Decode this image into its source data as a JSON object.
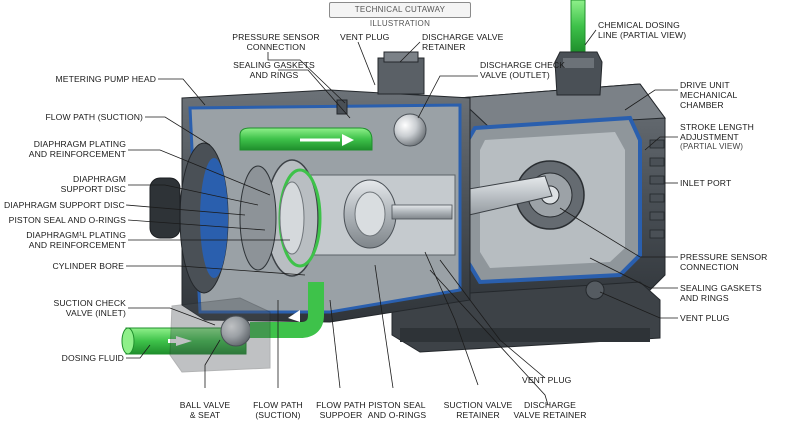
{
  "header": {
    "title": "TECHNICAL CUTAWAY ILLUSTRATION"
  },
  "labels": {
    "pressure_sensor_connection_top": "PRESSURE SENSOR\nCONNECTION",
    "vent_plug_top": "VENT PLUG",
    "discharge_valve_retainer_top": "DISCHARGE VALVE\nRETAINER",
    "sealing_gaskets_top": "SEALING GASKETS\nAND RINGS",
    "discharge_check_valve_outlet": "DISCHARGE CHECK\nVALVE (OUTLET)",
    "chemical_dosing_line": "CHEMICAL DOSING\nLINE (PARTIAL VIEW)",
    "metering_pump_head": "METERING PUMP HEAD",
    "drive_unit_chamber": "DRIVE UNIT\nMECHANICAL\nCHAMBER",
    "flow_path_suction_left": "FLOW PATH (SUCTION)",
    "stroke_length_adjustment": "STROKE LENGTH\nADJUSTMENT",
    "stroke_length_partial": "(PARTIAL VIEW)",
    "diaphragm_plating_top": "DIAPHRAGM PLATING\nAND REINFORCEMENT",
    "inlet_port": "INLET PORT",
    "diaphragm_support_disc_a": "DIAPHRAGM\nSUPPORT DISC",
    "diaphragm_support_disc_b": "DIAPHRAGM SUPPORT DISC",
    "piston_seal_left": "PISTON SEAL AND O-RINGS",
    "diaphragm_plating_bottom": "DIAPHRAGM¹L PLATING\nAND REINFORCEMENT",
    "pressure_sensor_connection_right": "PRESSURE SENSOR\nCONNECTION",
    "cylinder_bore": "CYLINDER BORE",
    "sealing_gaskets_right": "SEALING GASKETS\nAND RINGS",
    "suction_check_valve_inlet": "SUCTION CHECK\nVALVE (INLET)",
    "vent_plug_right": "VENT PLUG",
    "dosing_fluid": "DOSING FLUID",
    "vent_plug_bottom": "VENT PLUG",
    "ball_valve_seat": "BALL VALVE\n& SEAT",
    "flow_path_suction_bottom": "FLOW PATH\n(SUCTION)",
    "flow_path_suppoer": "FLOW PATH\nSUPPOER",
    "piston_seal_bottom": "PISTON SEAL\nAND O-RINGS",
    "suction_valve_retainer": "SUCTION VALVE\nRETAINER",
    "discharge_valve_retainer_bottom": "DISCHARGE\nVALVE RETAINER"
  },
  "colors": {
    "housing_dark": "#3d4247",
    "housing_mid": "#5a6066",
    "housing_light": "#7d848a",
    "cut_face": "#9aa1a6",
    "accent_blue": "#2a5fae",
    "fluid_green": "#3ec24a",
    "fluid_green_dark": "#1f8f2c",
    "steel": "#c8ccd0",
    "leader": "#1b1b1b"
  }
}
